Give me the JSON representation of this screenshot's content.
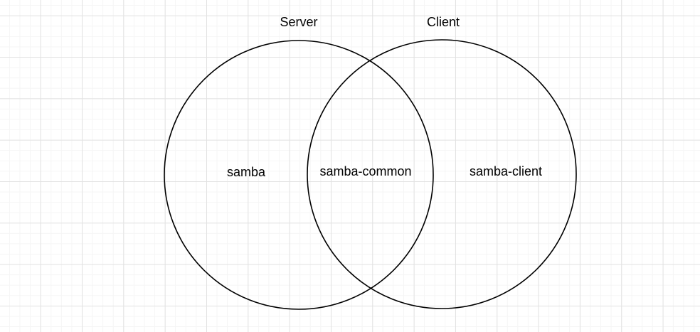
{
  "canvas": {
    "background_color": "#ffffff",
    "grid_minor_color": "#f5f5f5",
    "grid_major_color": "#e2e2e2"
  },
  "venn": {
    "stroke_color": "#000000",
    "set_labels": {
      "server": "Server",
      "client": "Client"
    },
    "region_labels": {
      "left": "samba",
      "intersection": "samba-common",
      "right": "samba-client"
    }
  }
}
